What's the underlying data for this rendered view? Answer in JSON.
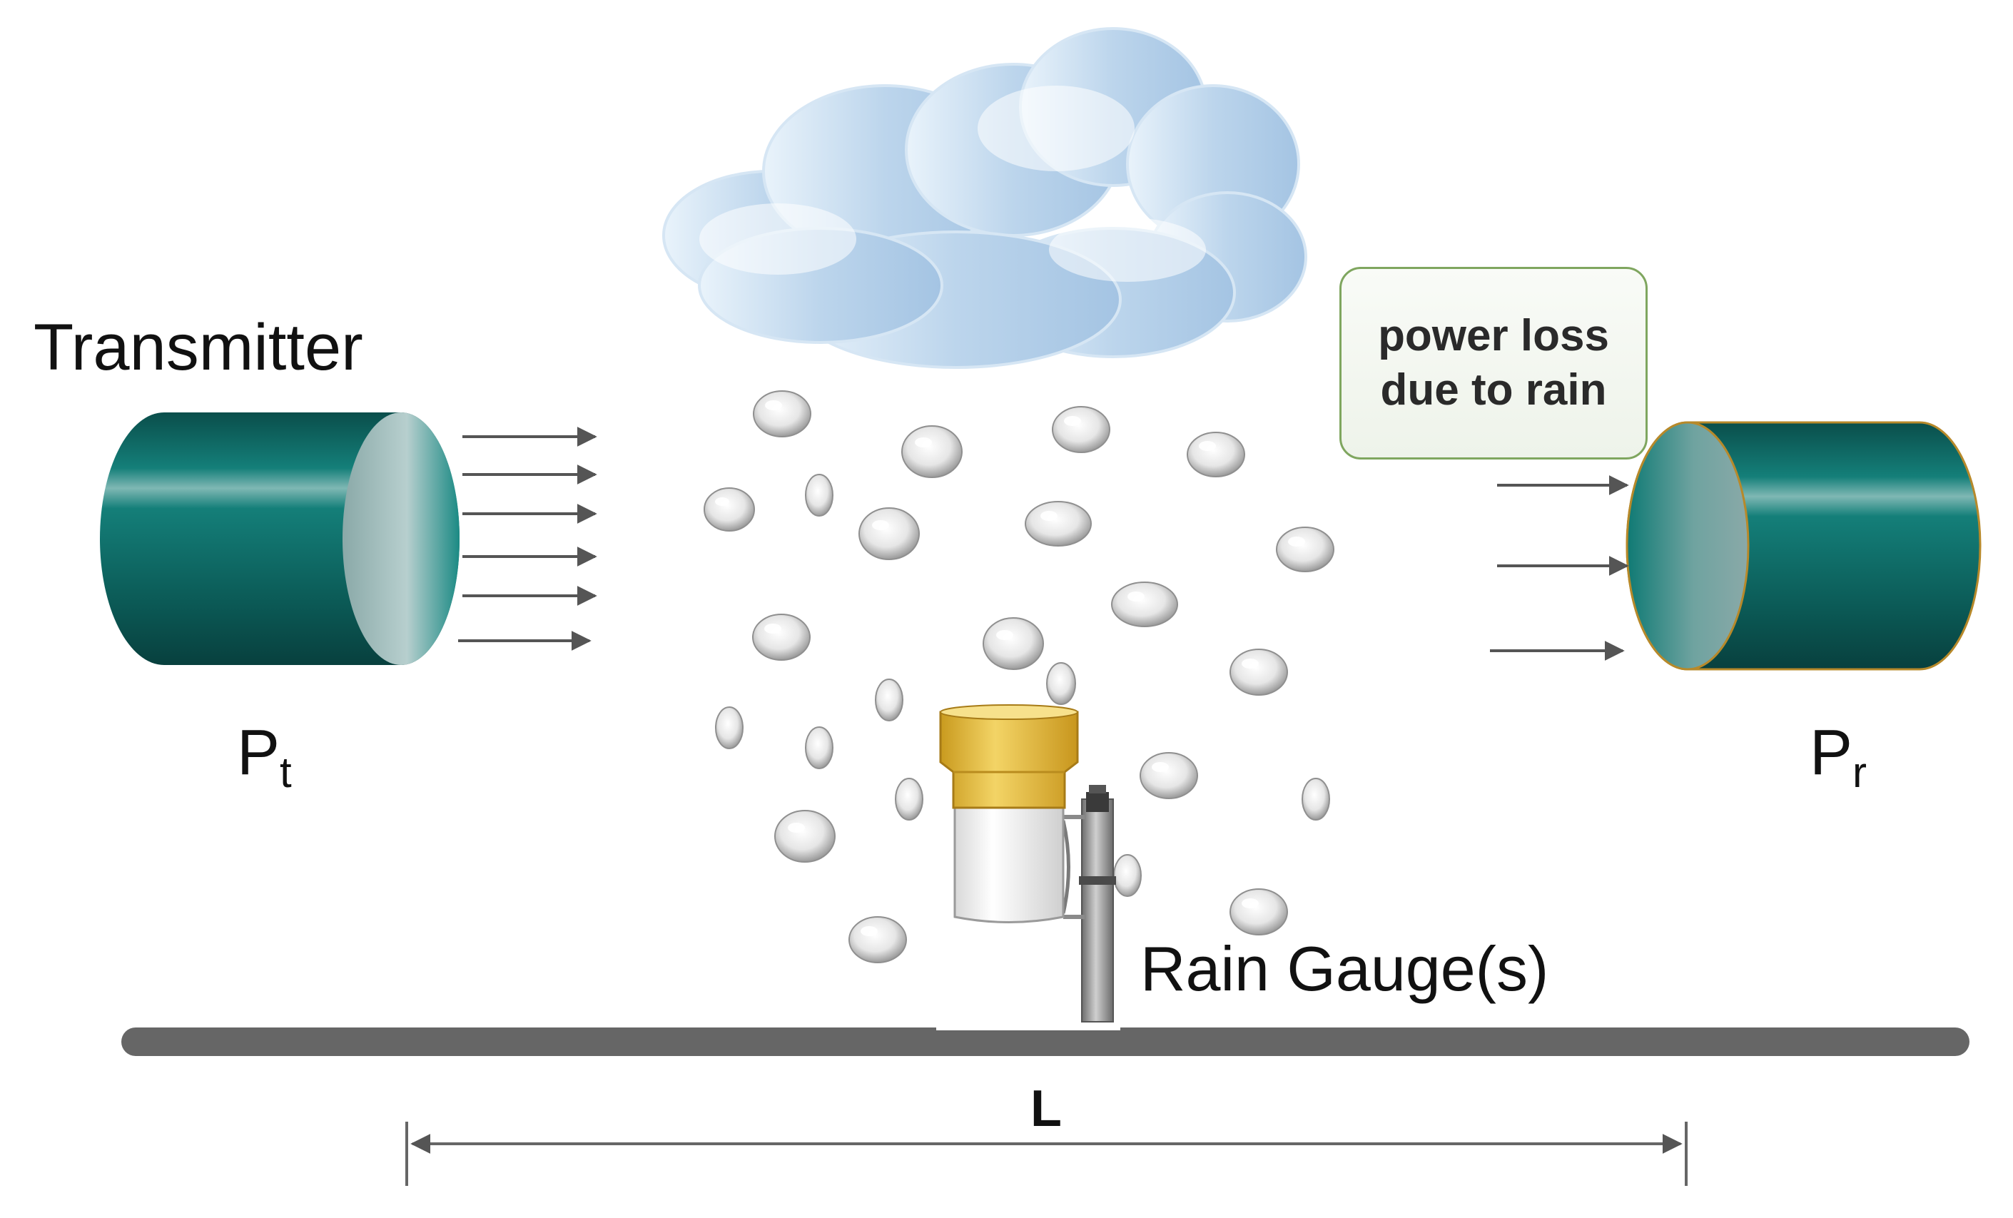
{
  "labels": {
    "transmitter": "Transmitter",
    "pt_base": "P",
    "pt_sub": "t",
    "pr_base": "P",
    "pr_sub": "r",
    "callout_line1": "power loss",
    "callout_line2": "due to rain",
    "rain_gauge": "Rain Gauge(s)",
    "path_length": "L"
  },
  "colors": {
    "antenna": "#0e6f6a",
    "antenna_dark": "#0a4e4b",
    "antenna_face": "#a9c4c3",
    "cloud": "#b7d3ec",
    "ground": "#666666",
    "arrow": "#555555",
    "gauge_funnel": "#e7bf3f",
    "gauge_body": "#f4f4f4",
    "callout_border": "#7fa65f"
  },
  "icons": [
    "transmitter-antenna-icon",
    "receiver-antenna-icon",
    "rain-cloud-icon",
    "raindrop-icon",
    "rain-gauge-icon"
  ]
}
